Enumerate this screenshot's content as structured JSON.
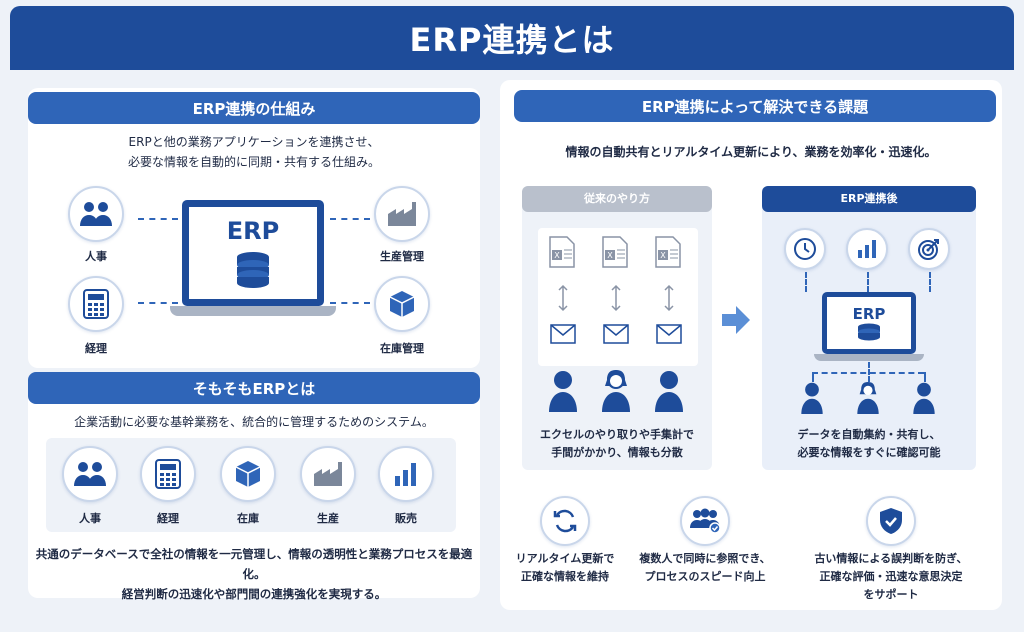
{
  "title": "ERP連携とは",
  "left_top": {
    "heading": "ERP連携の仕組み",
    "desc_line1": "ERPと他の業務アプリケーションを連携させ、",
    "desc_line2": "必要な情報を自動的に同期・共有する仕組み。",
    "center": "ERP",
    "nodes": {
      "jinji": "人事",
      "keiri": "経理",
      "seisan": "生産管理",
      "zaiko": "在庫管理"
    }
  },
  "left_bottom": {
    "heading": "そもそもERPとは",
    "desc": "企業活動に必要な基幹業務を、統合的に管理するためのシステム。",
    "modules": [
      "人事",
      "経理",
      "在庫",
      "生産",
      "販売"
    ],
    "footer_line1": "共通のデータベースで全社の情報を一元管理し、情報の透明性と業務プロセスを最適化。",
    "footer_line2": "経営判断の迅速化や部門間の連携強化を実現する。"
  },
  "right": {
    "heading": "ERP連携によって解決できる課題",
    "desc": "情報の自動共有とリアルタイム更新により、業務を効率化・迅速化。",
    "before": {
      "heading": "従来のやり方",
      "caption_line1": "エクセルのやり取りや手集計で",
      "caption_line2": "手間がかかり、情報も分散"
    },
    "after": {
      "heading": "ERP連携後",
      "center": "ERP",
      "caption_line1": "データを自動集約・共有し、",
      "caption_line2": "必要な情報をすぐに確認可能"
    },
    "benefits": [
      {
        "line1": "リアルタイム更新で",
        "line2": "正確な情報を維持",
        "line3": ""
      },
      {
        "line1": "複数人で同時に参照でき、",
        "line2": "プロセスのスピード向上",
        "line3": ""
      },
      {
        "line1": "古い情報による誤判断を防ぎ、",
        "line2": "正確な評価・迅速な意思決定",
        "line3": "をサポート"
      }
    ]
  },
  "colors": {
    "primary": "#1e4c9a",
    "accent": "#2f65b8",
    "gray_head": "#b9c0cc"
  }
}
